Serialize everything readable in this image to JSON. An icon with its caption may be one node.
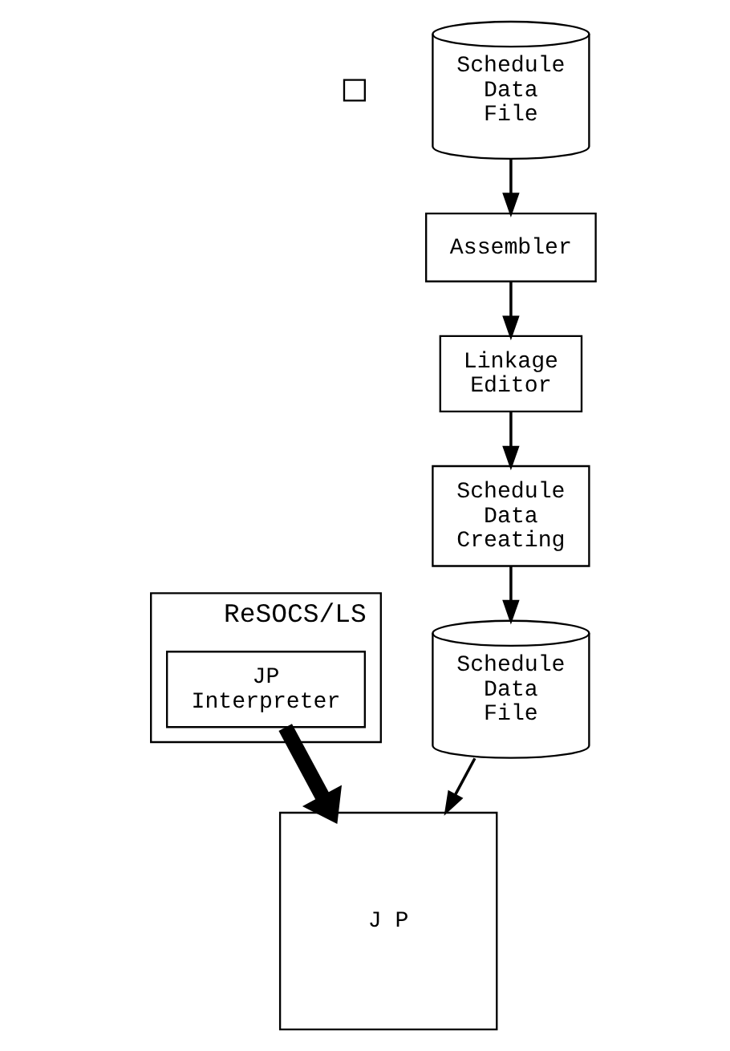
{
  "diagram": {
    "nodes": [
      {
        "text": [],
        "shape": "box"
      },
      {
        "text": [
          "ReSOCS/LS"
        ]
      },
      {
        "text": [
          "JP Interpreter"
        ],
        "in": 1
      },
      {
        "text": [
          "J P"
        ]
      },
      {
        "text": [
          "Schedule Data File"
        ]
      },
      {
        "text": [
          "Assembler"
        ]
      },
      {
        "text": [
          "Linkage Editor"
        ]
      },
      {
        "text": [
          "Schedule Data Creating"
        ]
      },
      {
        "text": [
          "Schedule Data File"
        ]
      }
    ],
    "edges": [
      {
        "from": 4,
        "to": 5,
        "arrow": "to"
      },
      {
        "from": 5,
        "to": 6,
        "arrow": "to"
      },
      {
        "from": 6,
        "to": 7,
        "arrow": "to"
      },
      {
        "from": 7,
        "to": 8,
        "arrow": "to"
      },
      {
        "from": 2,
        "to": 3,
        "arrow": "to",
        "style": "thick"
      },
      {
        "from": 8,
        "to": 3,
        "arrow": "to"
      }
    ]
  }
}
